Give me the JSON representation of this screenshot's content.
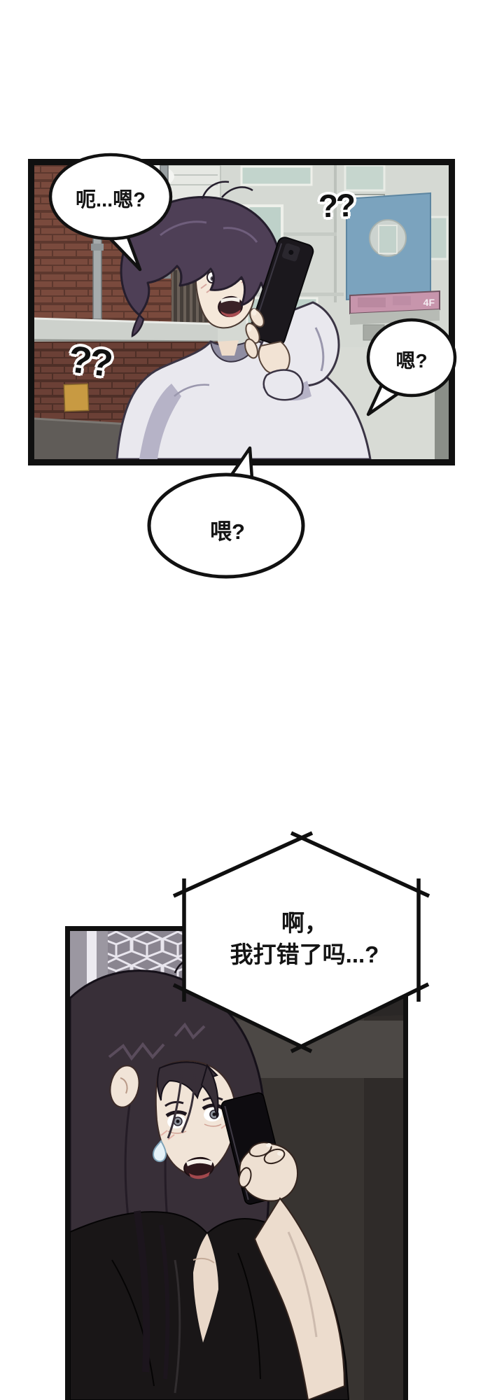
{
  "page": {
    "type": "webtoon comic page",
    "background": "#ffffff",
    "panel_count": 2
  },
  "panel1": {
    "description": "Street scene: young man with dark purple hair in a pale hoodie answers his phone in front of a brick wall and apartment buildings",
    "balloon_uh": "呃...嗯?",
    "sfx_top_right": "??",
    "sfx_left": "??",
    "balloon_hm": "嗯?",
    "sign_4f": "4F"
  },
  "gutter": {
    "balloon_hello": "喂?"
  },
  "panel2": {
    "description": "Dark room: long-haired person in black holds a phone to their ear, startled",
    "balloon_line1": "啊，",
    "balloon_line2": "我打错了吗...?"
  },
  "colors": {
    "panel_border": "#101010",
    "balloon_outline": "#111111",
    "brick": "#7a4a3d",
    "brick_shadow": "#5d382e",
    "ledge_gray": "#cdd1cc",
    "building_gray": "#d8dbd5",
    "window_teal": "#bed1c9",
    "blue_board": "#7ba3be",
    "sign_pink": "#c795ac",
    "sign_yellow": "#c89a42",
    "hoodie": "#e9e8ee",
    "hair_purple": "#4e3f56",
    "skin": "#f2e4d6",
    "phone_black": "#16131a",
    "room_dark": "#45413e",
    "clothes_black": "#191617"
  }
}
